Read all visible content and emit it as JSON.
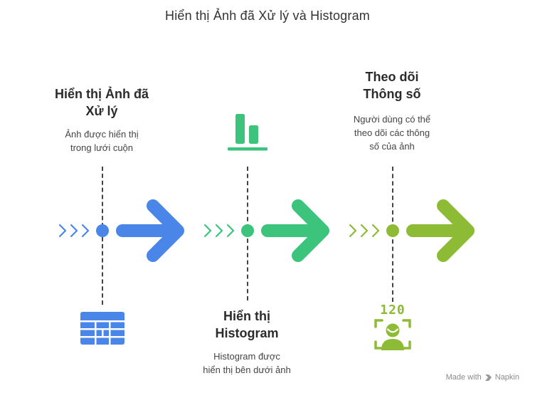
{
  "title": "Hiển thị Ảnh đã Xử lý và Histogram",
  "steps": [
    {
      "title_line1": "Hiển thị Ảnh đã",
      "title_line2": "Xử lý",
      "desc_line1": "Ảnh được hiển thị",
      "desc_line2": "trong lưới cuộn",
      "desc_line3": "",
      "color": "#4a86e8",
      "icon": "grid-icon"
    },
    {
      "title_line1": "Hiển thị",
      "title_line2": "Histogram",
      "desc_line1": "Histogram được",
      "desc_line2": "hiển thị bên dưới ảnh",
      "desc_line3": "",
      "color": "#3cc47c",
      "icon": "bar-chart-icon"
    },
    {
      "title_line1": "Theo dõi",
      "title_line2": "Thông số",
      "desc_line1": "Người dùng có thể",
      "desc_line2": "theo dõi các thông",
      "desc_line3": "số của ảnh",
      "color": "#8dbb35",
      "icon": "user-stats-icon"
    }
  ],
  "icon_text": {
    "counter": "120"
  },
  "credit": {
    "made_with": "Made with",
    "brand": "Napkin"
  }
}
